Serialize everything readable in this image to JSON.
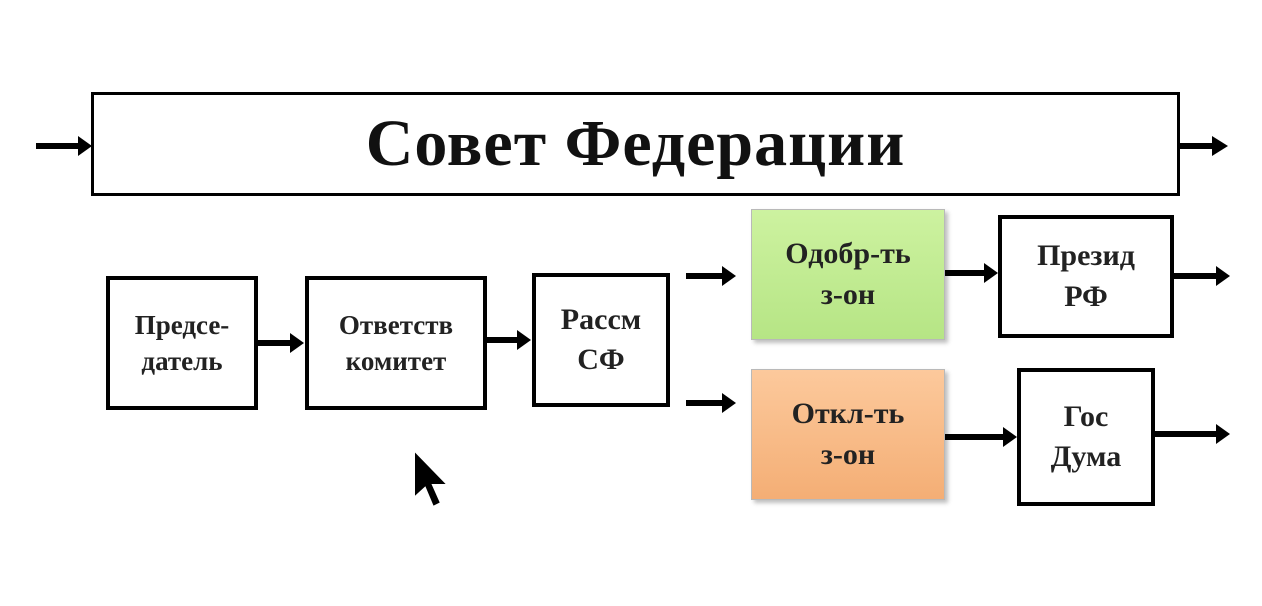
{
  "title": "Совет Федерации",
  "boxes": {
    "chairman": "Предсе-\nдатель",
    "committee": "Ответств\nкомитет",
    "review": "Рассм\nСФ",
    "approve": "Одобр-ть\nз-он",
    "reject": "Откл-ть\nз-он",
    "president": "Презид\nРФ",
    "duma": "Гос\nДума"
  },
  "colors": {
    "approve": "#c2ec92",
    "reject": "#f7b985"
  },
  "icons": [
    "mouse-cursor-icon"
  ]
}
